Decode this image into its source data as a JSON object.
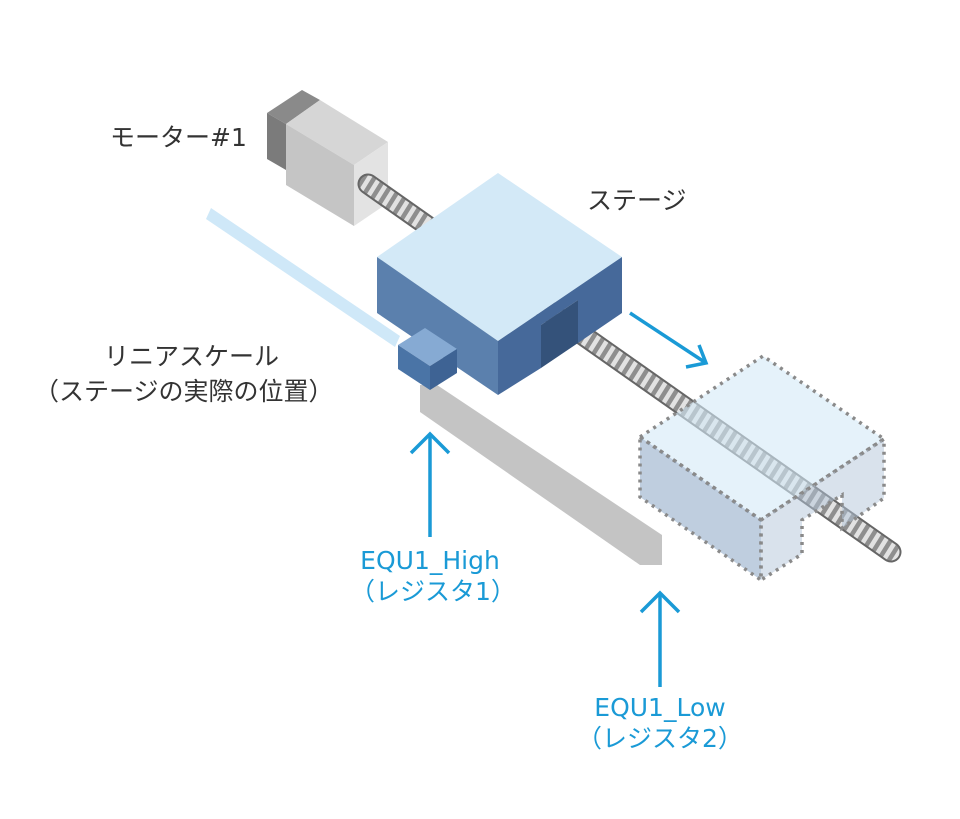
{
  "labels": {
    "motor": "モーター#1",
    "stage": "ステージ",
    "scale_line1": "リニアスケール",
    "scale_line2": "（ステージの実際の位置）",
    "high_line1": "EQU1_High",
    "high_line2": "（レジスタ1）",
    "low_line1": "EQU1_Low",
    "low_line2": "（レジスタ2）"
  },
  "colors": {
    "accent_blue": "#1a9ad6",
    "text_dark": "#333333",
    "stage_top": "#d3e9f7",
    "stage_front": "#5b80ad",
    "stage_side": "#46699a",
    "scale_track": "#cfe8f8",
    "scale_gray": "#c4c4c4",
    "motor_gray": "#c8c8c8",
    "ghost_outline": "#8a8a8a"
  },
  "icons": {
    "arrow_motion": "arrow-down-right-icon",
    "arrow_high": "arrow-up-icon",
    "arrow_low": "arrow-up-icon"
  }
}
